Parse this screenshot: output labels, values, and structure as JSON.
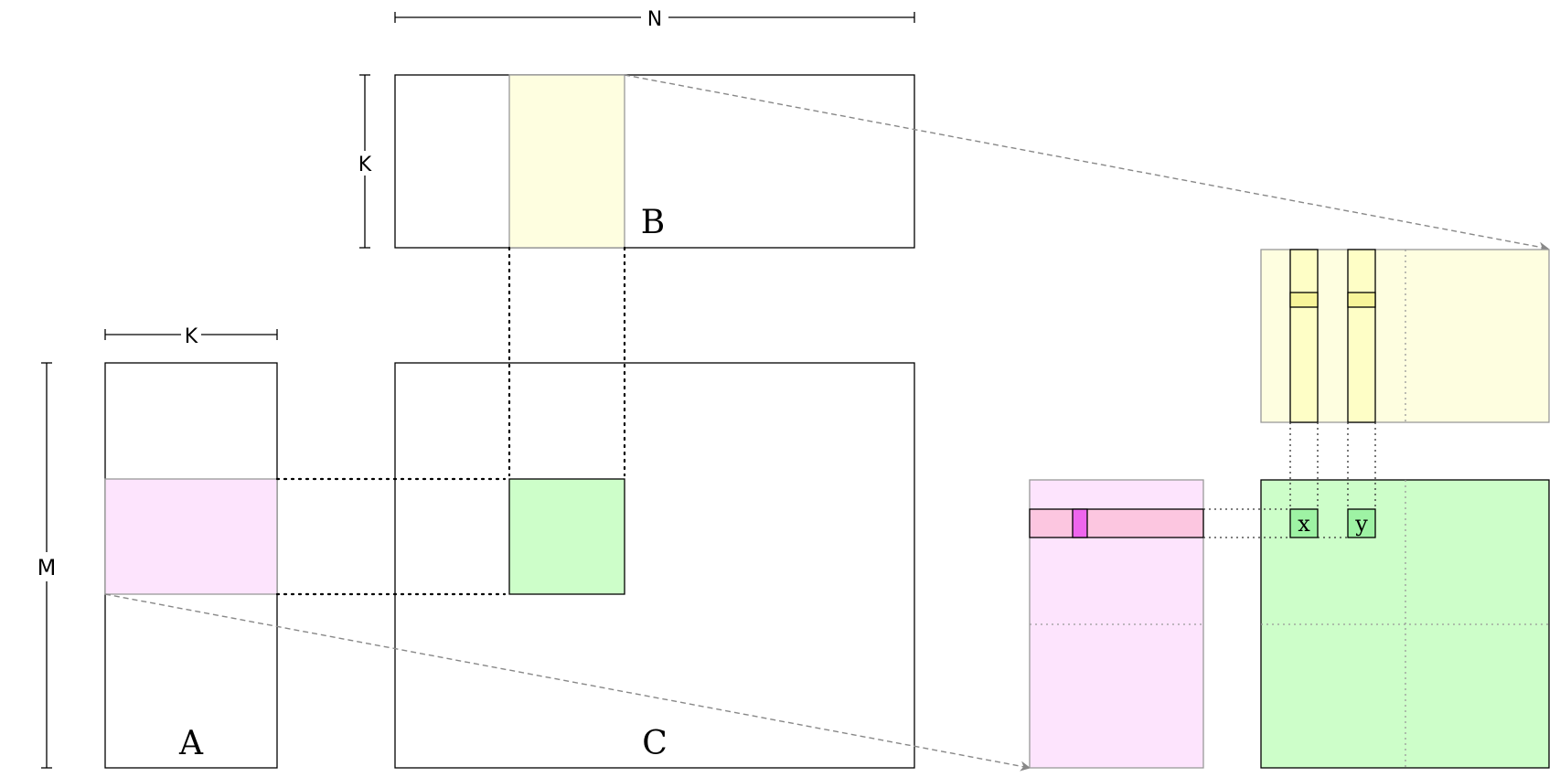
{
  "labels": {
    "matrix_a": "A",
    "matrix_b": "B",
    "matrix_c": "C",
    "dim_n": "N",
    "dim_k_top": "K",
    "dim_k_left": "K",
    "dim_m": "M",
    "element_x": "x",
    "element_y": "y"
  },
  "colors": {
    "outline": "#000000",
    "outline_gray": "#999999",
    "arrow_gray": "#888888",
    "a_tile": "#fde4fd",
    "a_row_fill": "#fcc6e0",
    "a_elem_fill": "#ee66ee",
    "b_tile": "#fefee0",
    "b_col_fill": "#fefec6",
    "b_elem_fill": "#f8f59a",
    "c_tile": "#cdfec9",
    "c_elem_fill": "#9ef3a4"
  }
}
